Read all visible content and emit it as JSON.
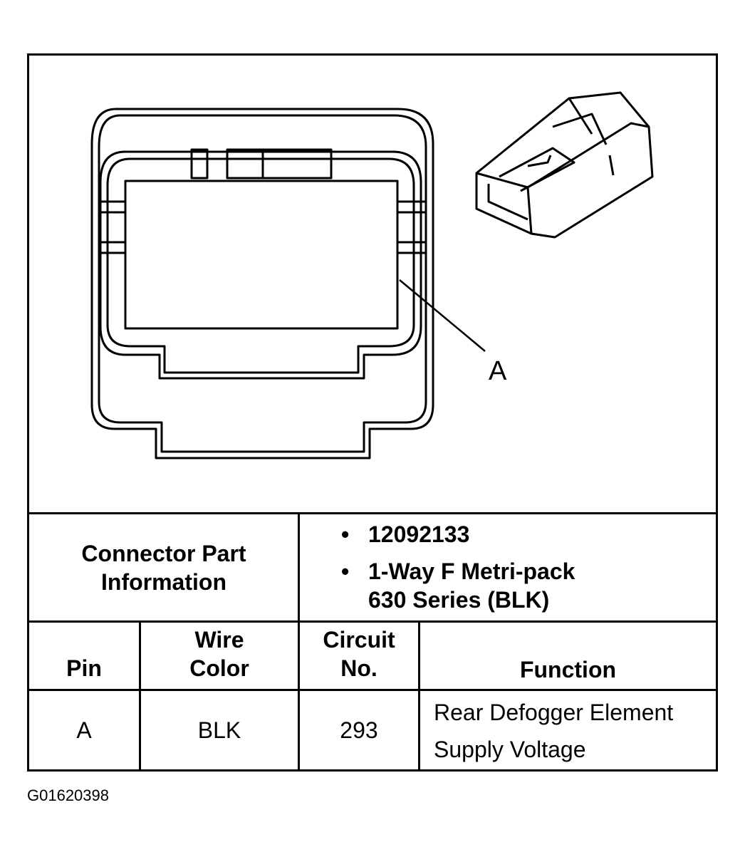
{
  "diagram": {
    "callout_label": "A"
  },
  "connector_info": {
    "label_line1": "Connector Part",
    "label_line2": "Information",
    "part_number": "12092133",
    "description_line1": "1-Way F Metri-pack",
    "description_line2": "630 Series (BLK)"
  },
  "pin_table": {
    "headers": {
      "pin": "Pin",
      "wire_color_line1": "Wire",
      "wire_color_line2": "Color",
      "circuit_line1": "Circuit",
      "circuit_line2": "No.",
      "function": "Function"
    },
    "rows": [
      {
        "pin": "A",
        "wire_color": "BLK",
        "circuit": "293",
        "function_line1": "Rear Defogger Element",
        "function_line2": "Supply Voltage"
      }
    ]
  },
  "figure_id": "G01620398"
}
